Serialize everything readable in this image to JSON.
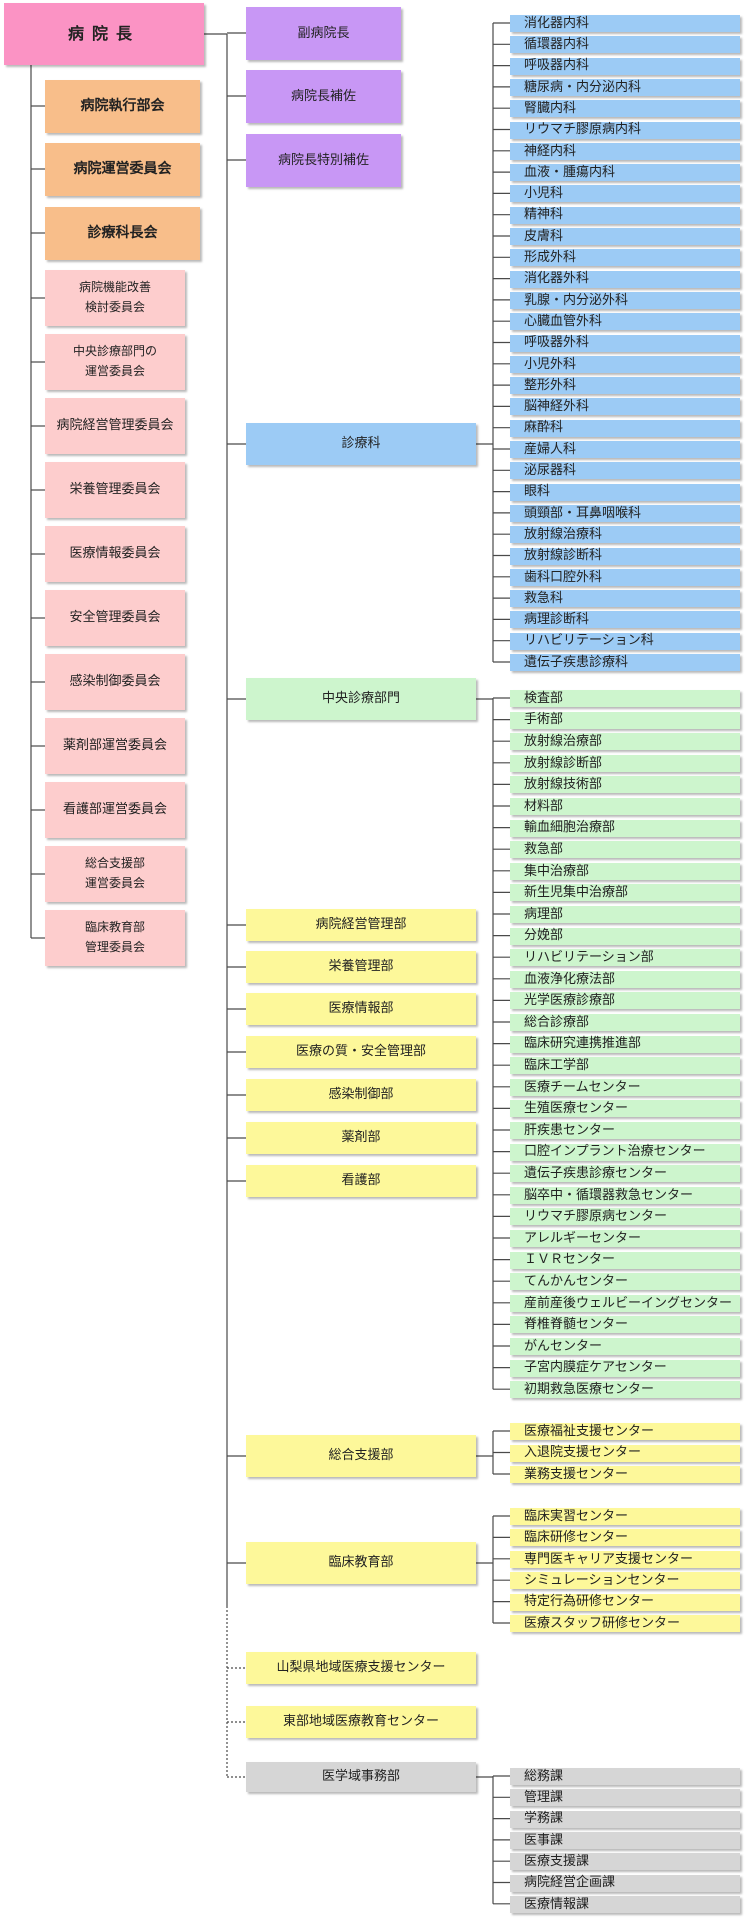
{
  "colors": {
    "pink": "#fb93c4",
    "orange": "#f8be8a",
    "lightpink": "#fdcdcd",
    "purple": "#c897f5",
    "blue": "#9ccbf5",
    "green": "#cdf5cd",
    "yellow": "#fdf89a",
    "gray": "#d6d6d6",
    "line": "#4a4a4a"
  },
  "director": "病院長",
  "advisors": [
    "副病院長",
    "病院長補佐",
    "病院長特別補佐"
  ],
  "councils": [
    "病院執行部会",
    "病院運営委員会",
    "診療科長会"
  ],
  "committees": [
    "病院機能改善\n検討委員会",
    "中央診療部門の\n運営委員会",
    "病院経営管理委員会",
    "栄養管理委員会",
    "医療情報委員会",
    "安全管理委員会",
    "感染制御委員会",
    "薬剤部運営委員会",
    "看護部運営委員会",
    "総合支援部\n運営委員会",
    "臨床教育部\n管理委員会"
  ],
  "shinryoka": {
    "title": "診療科",
    "items": [
      "消化器内科",
      "循環器内科",
      "呼吸器内科",
      "糖尿病・内分泌内科",
      "腎臓内科",
      "リウマチ膠原病内科",
      "神経内科",
      "血液・腫瘍内科",
      "小児科",
      "精神科",
      "皮膚科",
      "形成外科",
      "消化器外科",
      "乳腺・内分泌外科",
      "心臓血管外科",
      "呼吸器外科",
      "小児外科",
      "整形外科",
      "脳神経外科",
      "麻酔科",
      "産婦人科",
      "泌尿器科",
      "眼科",
      "頭頸部・耳鼻咽喉科",
      "放射線治療科",
      "放射線診断科",
      "歯科口腔外科",
      "救急科",
      "病理診断科",
      "リハビリテーション科",
      "遺伝子疾患診療科"
    ]
  },
  "chuo": {
    "title": "中央診療部門",
    "items": [
      "検査部",
      "手術部",
      "放射線治療部",
      "放射線診断部",
      "放射線技術部",
      "材料部",
      "輸血細胞治療部",
      "救急部",
      "集中治療部",
      "新生児集中治療部",
      "病理部",
      "分娩部",
      "リハビリテーション部",
      "血液浄化療法部",
      "光学医療診療部",
      "総合診療部",
      "臨床研究連携推進部",
      "臨床工学部",
      "医療チームセンター",
      "生殖医療センター",
      "肝疾患センター",
      "口腔インプラント治療センター",
      "遺伝子疾患診療センター",
      "脳卒中・循環器救急センター",
      "リウマチ膠原病センター",
      "アレルギーセンター",
      "ＩＶＲセンター",
      "てんかんセンター",
      "産前産後ウェルビーイングセンター",
      "脊椎脊髄センター",
      "がんセンター",
      "子宮内膜症ケアセンター",
      "初期救急医療センター"
    ]
  },
  "departments": [
    "病院経営管理部",
    "栄養管理部",
    "医療情報部",
    "医療の質・安全管理部",
    "感染制御部",
    "薬剤部",
    "看護部"
  ],
  "sogo": {
    "title": "総合支援部",
    "items": [
      "医療福祉支援センター",
      "入退院支援センター",
      "業務支援センター"
    ]
  },
  "rinsho": {
    "title": "臨床教育部",
    "items": [
      "臨床実習センター",
      "臨床研修センター",
      "専門医キャリア支援センター",
      "シミュレーションセンター",
      "特定行為研修センター",
      "医療スタッフ研修センター"
    ]
  },
  "centers": [
    "山梨県地域医療支援センター",
    "東部地域医療教育センター"
  ],
  "jimu": {
    "title": "医学域事務部",
    "items": [
      "総務課",
      "管理課",
      "学務課",
      "医事課",
      "医療支援課",
      "病院経営企画課",
      "医療情報課"
    ]
  }
}
